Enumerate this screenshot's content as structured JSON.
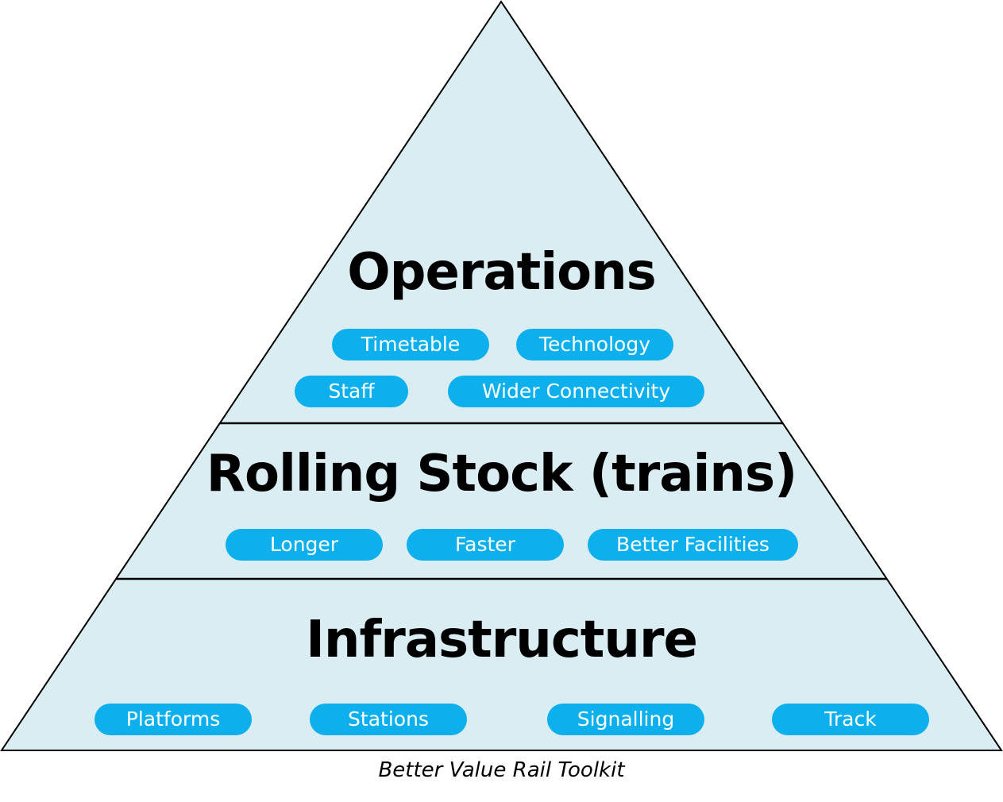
{
  "colors": {
    "pyramid_fill": "#daedf3",
    "pyramid_outline": "#000000",
    "pill_fill": "#0db0ec",
    "pill_text": "#ffffff"
  },
  "tiers": [
    {
      "title": "Operations",
      "items": [
        "Timetable",
        "Technology",
        "Staff",
        "Wider Connectivity"
      ]
    },
    {
      "title": "Rolling Stock (trains)",
      "items": [
        "Longer",
        "Faster",
        "Better Facilities"
      ]
    },
    {
      "title": "Infrastructure",
      "items": [
        "Platforms",
        "Stations",
        "Signalling",
        "Track"
      ]
    }
  ],
  "caption": "Better Value Rail Toolkit"
}
